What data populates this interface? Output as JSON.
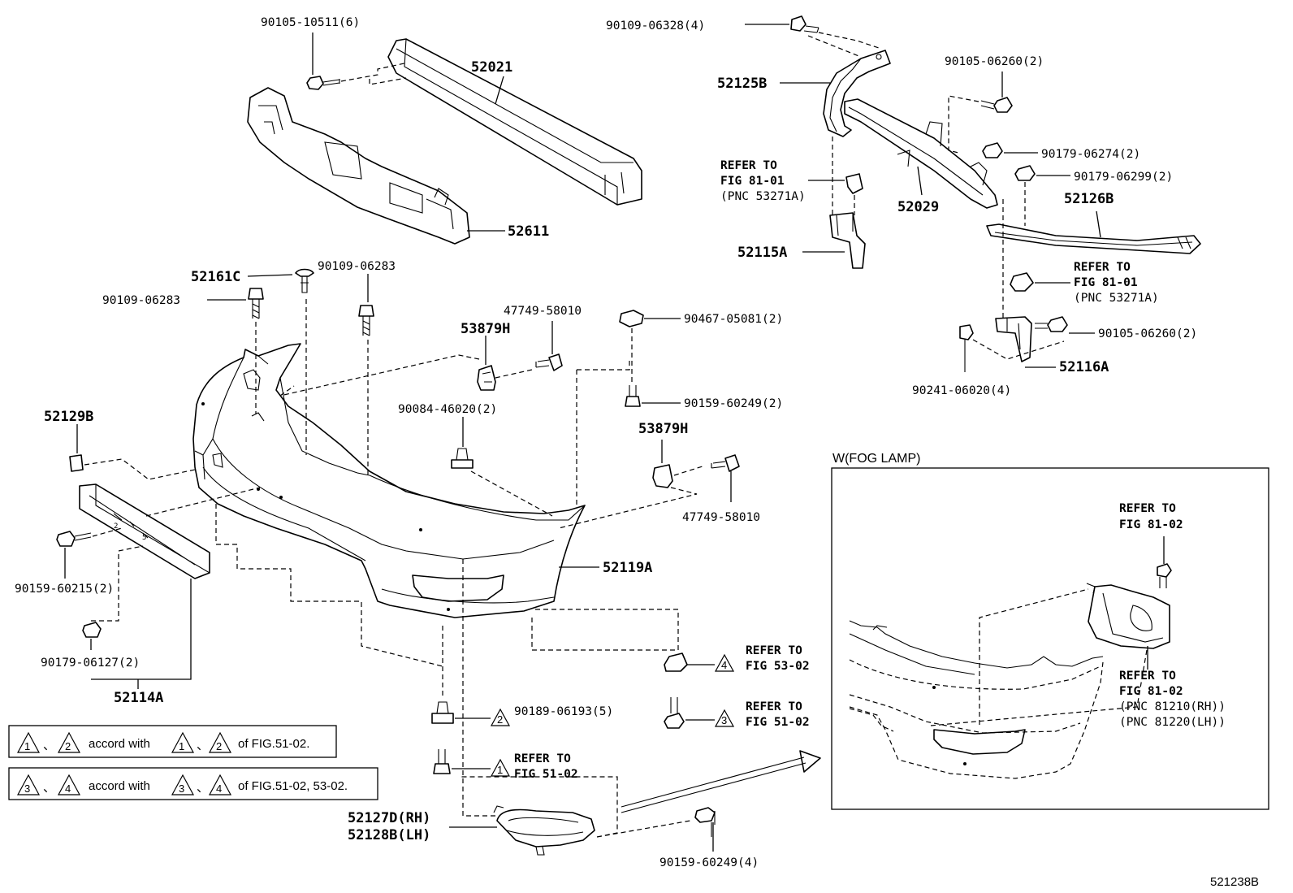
{
  "diagram_id": "521238B",
  "parts": {
    "p52021": "52021",
    "p52611": "52611",
    "p90105_10511": "90105-10511(6)",
    "p52161C": "52161C",
    "p90109_06283a": "90109-06283",
    "p90109_06283b": "90109-06283",
    "p53879H_a": "53879H",
    "p47749_a": "47749-58010",
    "p90467": "90467-05081(2)",
    "p90159_60249_2": "90159-60249(2)",
    "p53879H_b": "53879H",
    "p90084": "90084-46020(2)",
    "p47749_b": "47749-58010",
    "p52129B": "52129B",
    "p90159_60215": "90159-60215(2)",
    "p90179_06127": "90179-06127(2)",
    "p52114A": "52114A",
    "p52119A": "52119A",
    "p90189": "90189-06193(5)",
    "p52127D": "52127D(RH)",
    "p52128B": "52128B(LH)",
    "p90159_60249_4": "90159-60249(4)",
    "p90109_06328": "90109-06328(4)",
    "p52125B": "52125B",
    "p90105_06260a": "90105-06260(2)",
    "p90179_06274": "90179-06274(2)",
    "p90179_06299": "90179-06299(2)",
    "p52029": "52029",
    "p52126B": "52126B",
    "p52115A": "52115A",
    "p90105_06260b": "90105-06260(2)",
    "p52116A": "52116A",
    "p90241": "90241-06020(4)"
  },
  "refs": {
    "fig8101_left": [
      "REFER TO",
      "FIG 81-01",
      "(PNC 53271A)"
    ],
    "fig8101_right": [
      "REFER TO",
      "FIG 81-01",
      "(PNC 53271A)"
    ],
    "fig5302": [
      "REFER TO",
      "FIG 53-02"
    ],
    "fig5102_mid": [
      "REFER TO",
      "FIG 51-02"
    ],
    "fig5102_low": [
      "REFER TO",
      "FIG 51-02"
    ],
    "fog_top": [
      "REFER TO",
      "FIG 81-02"
    ],
    "fog_lamp": [
      "REFER TO",
      "FIG 81-02",
      "(PNC 81210(RH))",
      "(PNC 81220(LH))"
    ]
  },
  "markers": {
    "m1": "1",
    "m2": "2",
    "m3": "3",
    "m4": "4"
  },
  "inset": {
    "title": "W(FOG LAMP)"
  },
  "legend": [
    {
      "a": "1",
      "b": "2",
      "sep": "、",
      "mid": "accord with",
      "end": "of FIG.51-02."
    },
    {
      "a": "3",
      "b": "4",
      "sep": "、",
      "mid": "accord with",
      "end": "of FIG.51-02, 53-02."
    }
  ]
}
